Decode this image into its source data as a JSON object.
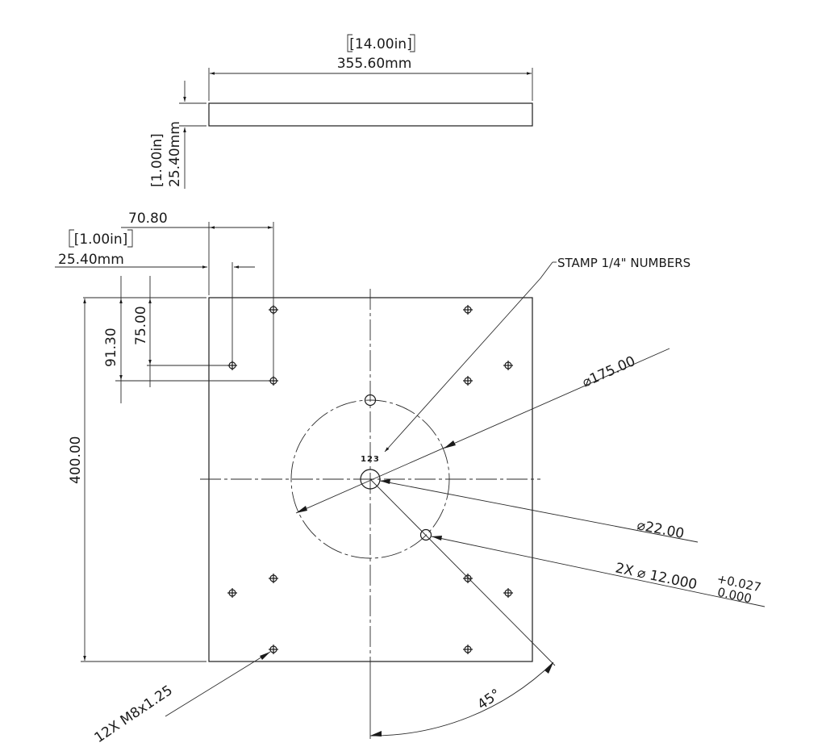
{
  "drawing": {
    "side_view": {
      "width_in": "[14.00in]",
      "width_mm": "355.60mm",
      "thickness_in": "[1.00in]",
      "thickness_mm": "25.40mm"
    },
    "top_view": {
      "offset_x": "70.80",
      "offset_in": "[1.00in]",
      "offset_mm": "25.40mm",
      "dim_y1": "91.30",
      "dim_y2": "75.00",
      "height": "400.00",
      "stamp_note": "STAMP 1/4\" NUMBERS",
      "stamp_text": "123",
      "bolt_circle": "175.00",
      "center_hole": "22.00",
      "dowel_prefix": "2X",
      "dowel_dia": "12.000",
      "tol_plus": "+0.027",
      "tol_minus": "0.000",
      "thread_note": "12X M8x1.25",
      "angle": "45°"
    },
    "symbols": {
      "diameter": "⌀"
    }
  }
}
